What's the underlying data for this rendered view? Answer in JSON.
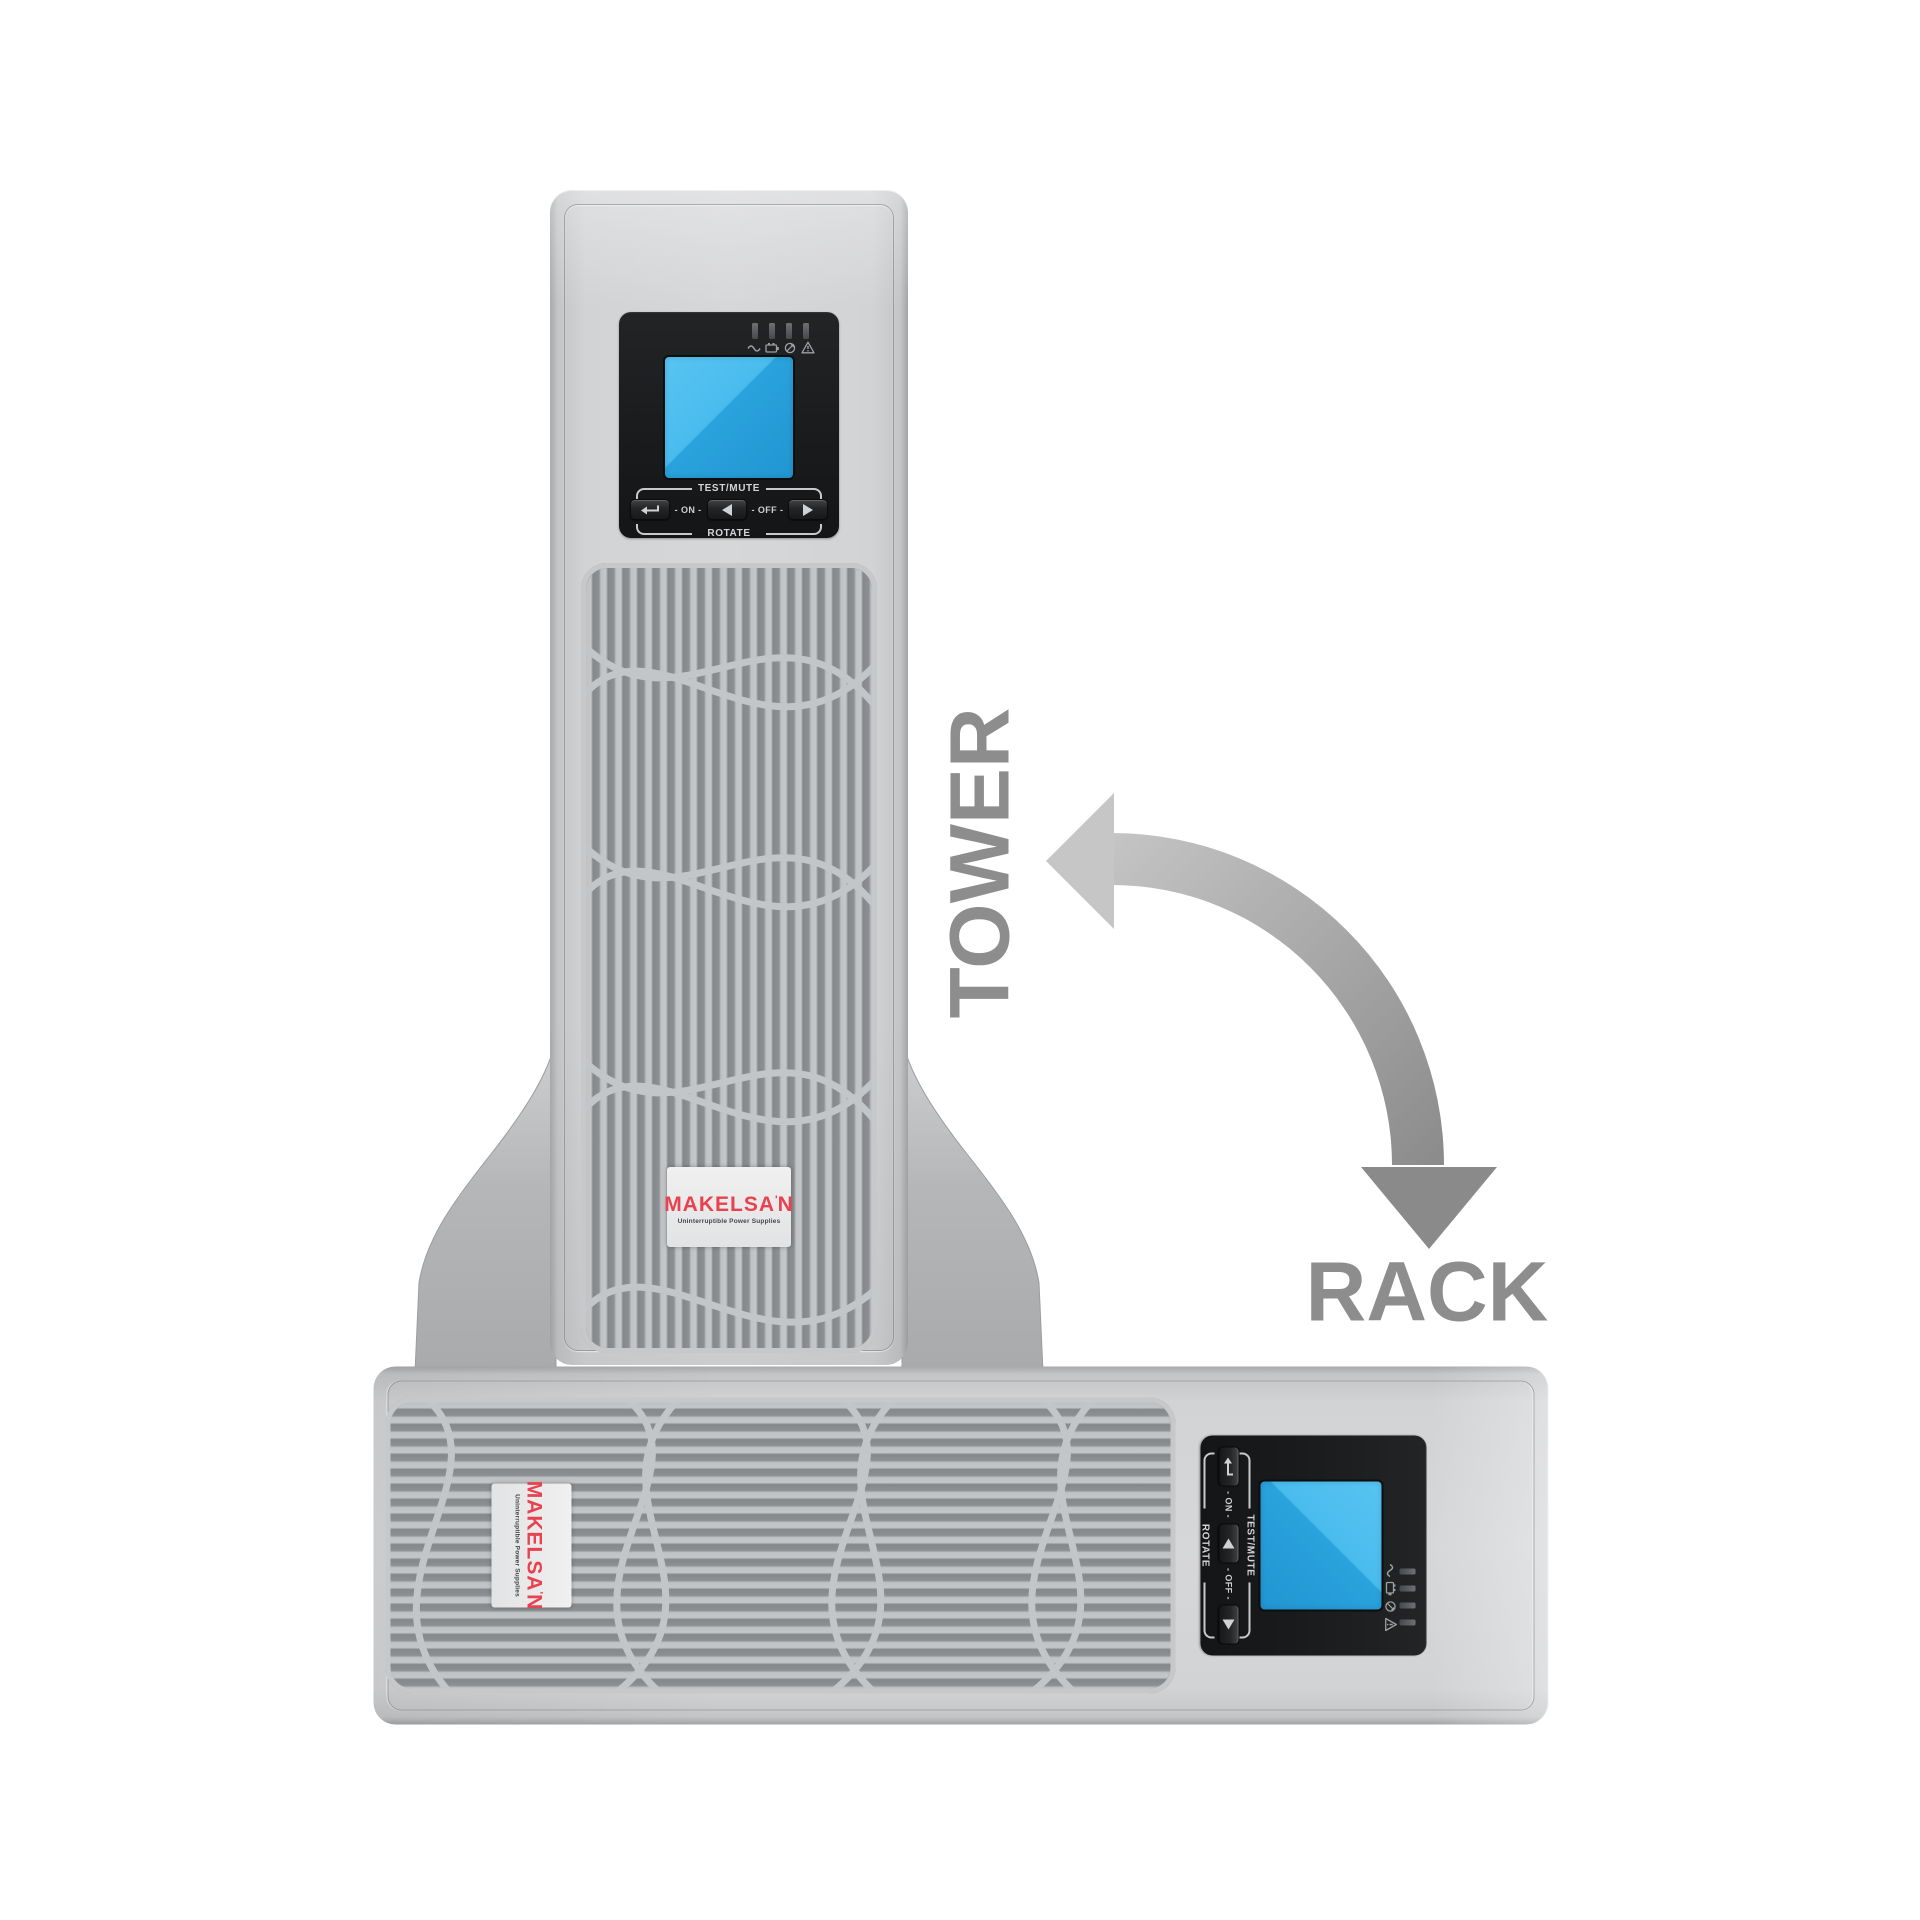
{
  "illustration": {
    "orientation_labels": {
      "tower": "TOWER",
      "rack": "RACK"
    },
    "label_color": "#8d8d8d"
  },
  "arrow": {
    "meaning": "rotate between tower and rack orientation",
    "gradient_start": "#cbcbcb",
    "gradient_end": "#828282"
  },
  "device": {
    "brand_left": "MAKELSA",
    "brand_mark": "'",
    "brand_right": "N",
    "brand_color": "#e8414f",
    "tagline": "Uninterruptible Power Supplies",
    "lcd_color": "#2fa9e2",
    "panel": {
      "test_mute_label": "TEST/MUTE",
      "rotate_label": "ROTATE",
      "on_label": "- ON -",
      "off_label": "- OFF -",
      "buttons": [
        "enter",
        "previous",
        "next"
      ],
      "led_icons": [
        "ac-line",
        "battery",
        "bypass",
        "alarm"
      ]
    }
  }
}
